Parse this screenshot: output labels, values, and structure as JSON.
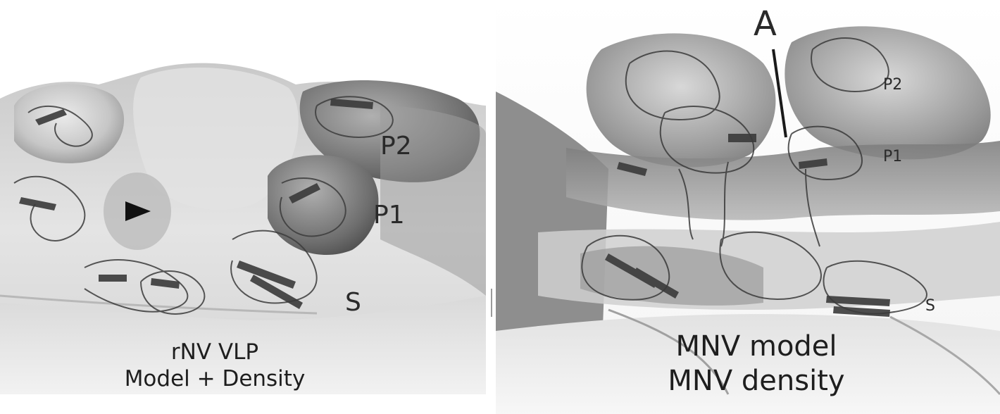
{
  "left_panel": {
    "labels": {
      "p2": "P2",
      "p1": "P1",
      "s": "S"
    },
    "caption": {
      "line1": "rNV VLP",
      "line2": "Model + Density"
    }
  },
  "right_panel": {
    "labels": {
      "a": "A",
      "p2": "P2",
      "p1": "P1",
      "s": "S"
    },
    "caption": {
      "line1": "MNV model",
      "line2": "MNV density"
    }
  },
  "colors": {
    "background": "#ffffff",
    "density_dark": "#8a8a8a",
    "density_light": "#e6e6e6",
    "ribbon": "#3c3c3c"
  }
}
